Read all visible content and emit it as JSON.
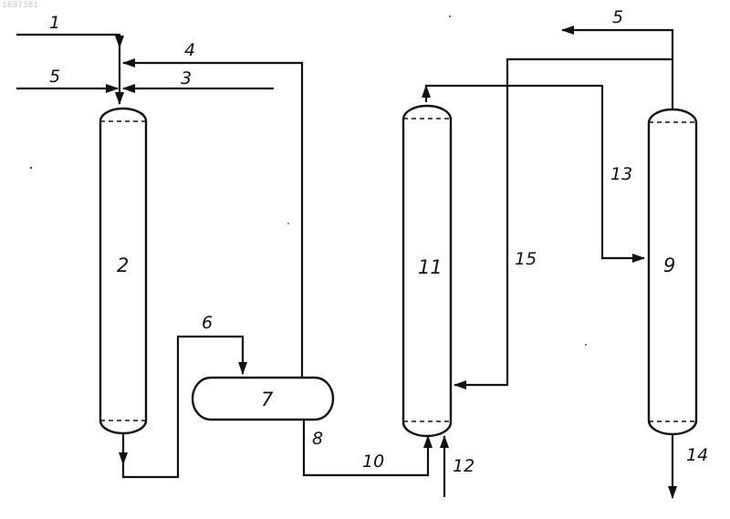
{
  "watermark": "1697381",
  "labels": {
    "s1": "1",
    "s2": "2",
    "s3": "3",
    "s4": "4",
    "s5_left": "5",
    "s5_top": "5",
    "s6": "6",
    "s7": "7",
    "s8": "8",
    "s9": "9",
    "s10": "10",
    "s11": "11",
    "s12": "12",
    "s13": "13",
    "s14": "14",
    "s15": "15"
  },
  "colors": {
    "line": "#111111",
    "background": "#ffffff"
  }
}
